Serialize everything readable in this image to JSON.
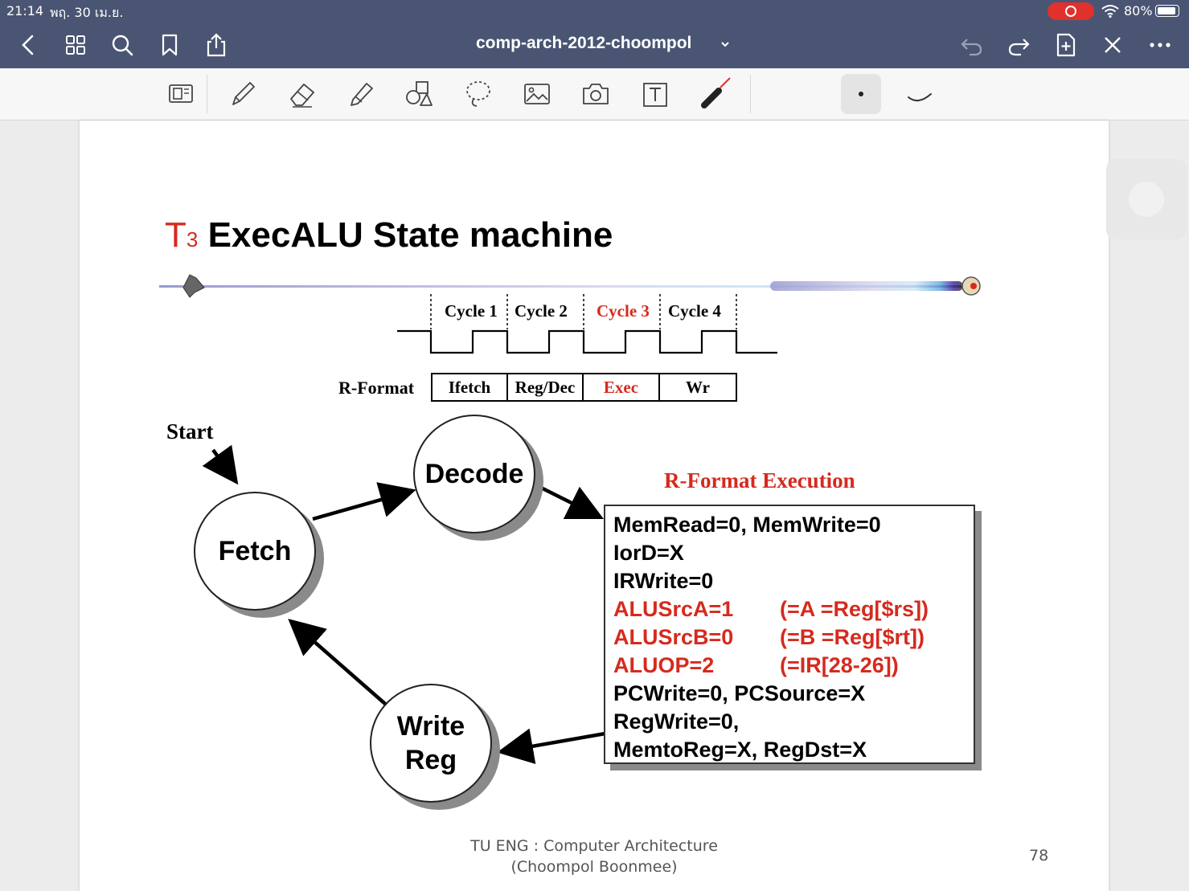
{
  "status_bar": {
    "time": "21:14",
    "date": "พฤ. 30 เม.ย.",
    "battery": "80%"
  },
  "nav": {
    "document_title": "comp-arch-2012-choompol",
    "icons": [
      "back-icon",
      "grid-icon",
      "search-icon",
      "bookmark-icon",
      "share-icon",
      "undo-icon",
      "redo-icon",
      "add-page-icon",
      "close-icon",
      "more-icon"
    ]
  },
  "toolbar": {
    "tools": [
      "page-view-icon",
      "pen-icon",
      "eraser-icon",
      "highlighter-icon",
      "shapes-icon",
      "lasso-icon",
      "image-icon",
      "camera-icon",
      "text-box-icon",
      "laser-pointer-icon"
    ]
  },
  "slide": {
    "title_prefix": "T",
    "title_subscript": "3",
    "title_text": " ExecALU State machine",
    "cycles": [
      "Cycle 1",
      "Cycle 2",
      "Cycle 3",
      "Cycle 4"
    ],
    "format_label": "R-Format",
    "stages": [
      "Ifetch",
      "Reg/Dec",
      "Exec",
      "Wr"
    ],
    "start_label": "Start",
    "states": {
      "fetch": "Fetch",
      "decode": "Decode",
      "write_reg_line1": "Write",
      "write_reg_line2": "Reg"
    },
    "execution_heading": "R-Format Execution",
    "execution_lines": [
      {
        "signal": "MemRead=0, MemWrite=0",
        "comment": ""
      },
      {
        "signal": "IorD=X",
        "comment": ""
      },
      {
        "signal": "IRWrite=0",
        "comment": ""
      },
      {
        "signal": "ALUSrcA=1",
        "comment": "(=A =Reg[$rs])"
      },
      {
        "signal": "ALUSrcB=0",
        "comment": "(=B =Reg[$rt])"
      },
      {
        "signal": "ALUOP=2",
        "comment": "(=IR[28-26])"
      },
      {
        "signal": "PCWrite=0, PCSource=X",
        "comment": ""
      },
      {
        "signal": "RegWrite=0,",
        "comment": ""
      },
      {
        "signal": "MemtoReg=X, RegDst=X",
        "comment": ""
      }
    ],
    "footer_line1": "TU ENG : Computer Architecture",
    "footer_line2": "(Choompol Boonmee)",
    "page_number": "78"
  },
  "colors": {
    "topbar": "#4a5573",
    "accent_red": "#d62a1e"
  }
}
